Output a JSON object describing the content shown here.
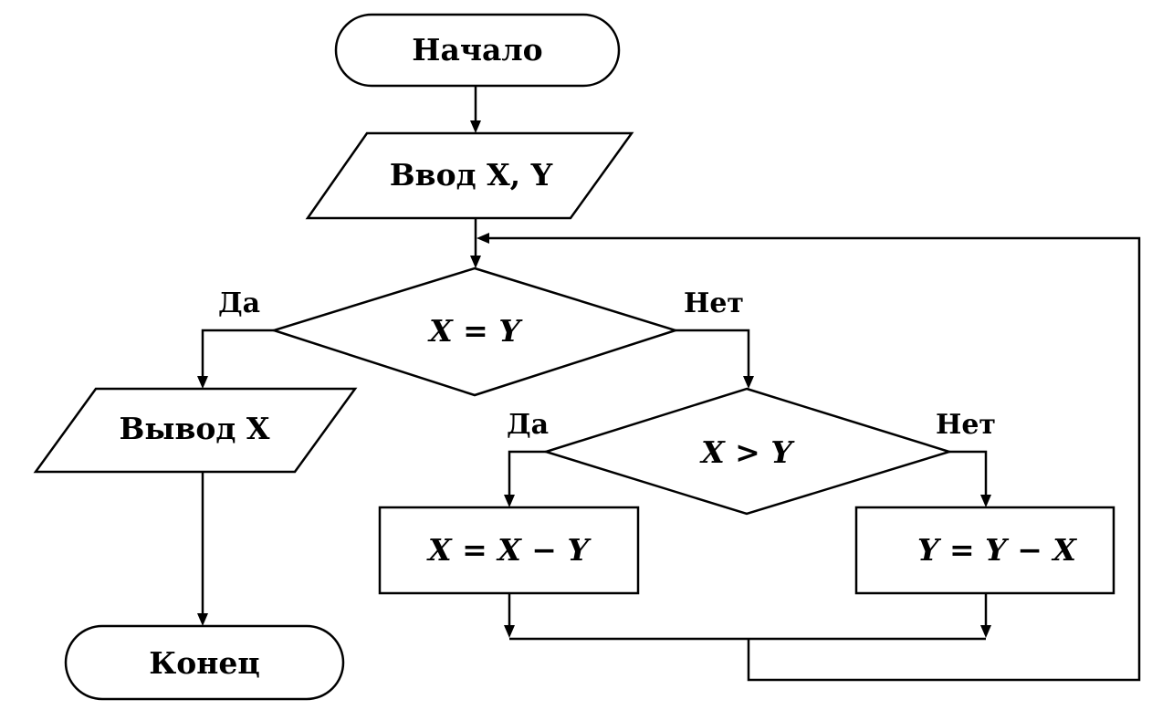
{
  "nodes": {
    "start": "Начало",
    "input": "Ввод X, Y",
    "cond1": "X = Y",
    "output": "Вывод X",
    "cond2": "X > Y",
    "assign_x": "X = X − Y",
    "assign_y": "Y = Y − X",
    "end": "Конец"
  },
  "branches": {
    "cond1_yes": "Да",
    "cond1_no": "Нет",
    "cond2_yes": "Да",
    "cond2_no": "Нет"
  }
}
